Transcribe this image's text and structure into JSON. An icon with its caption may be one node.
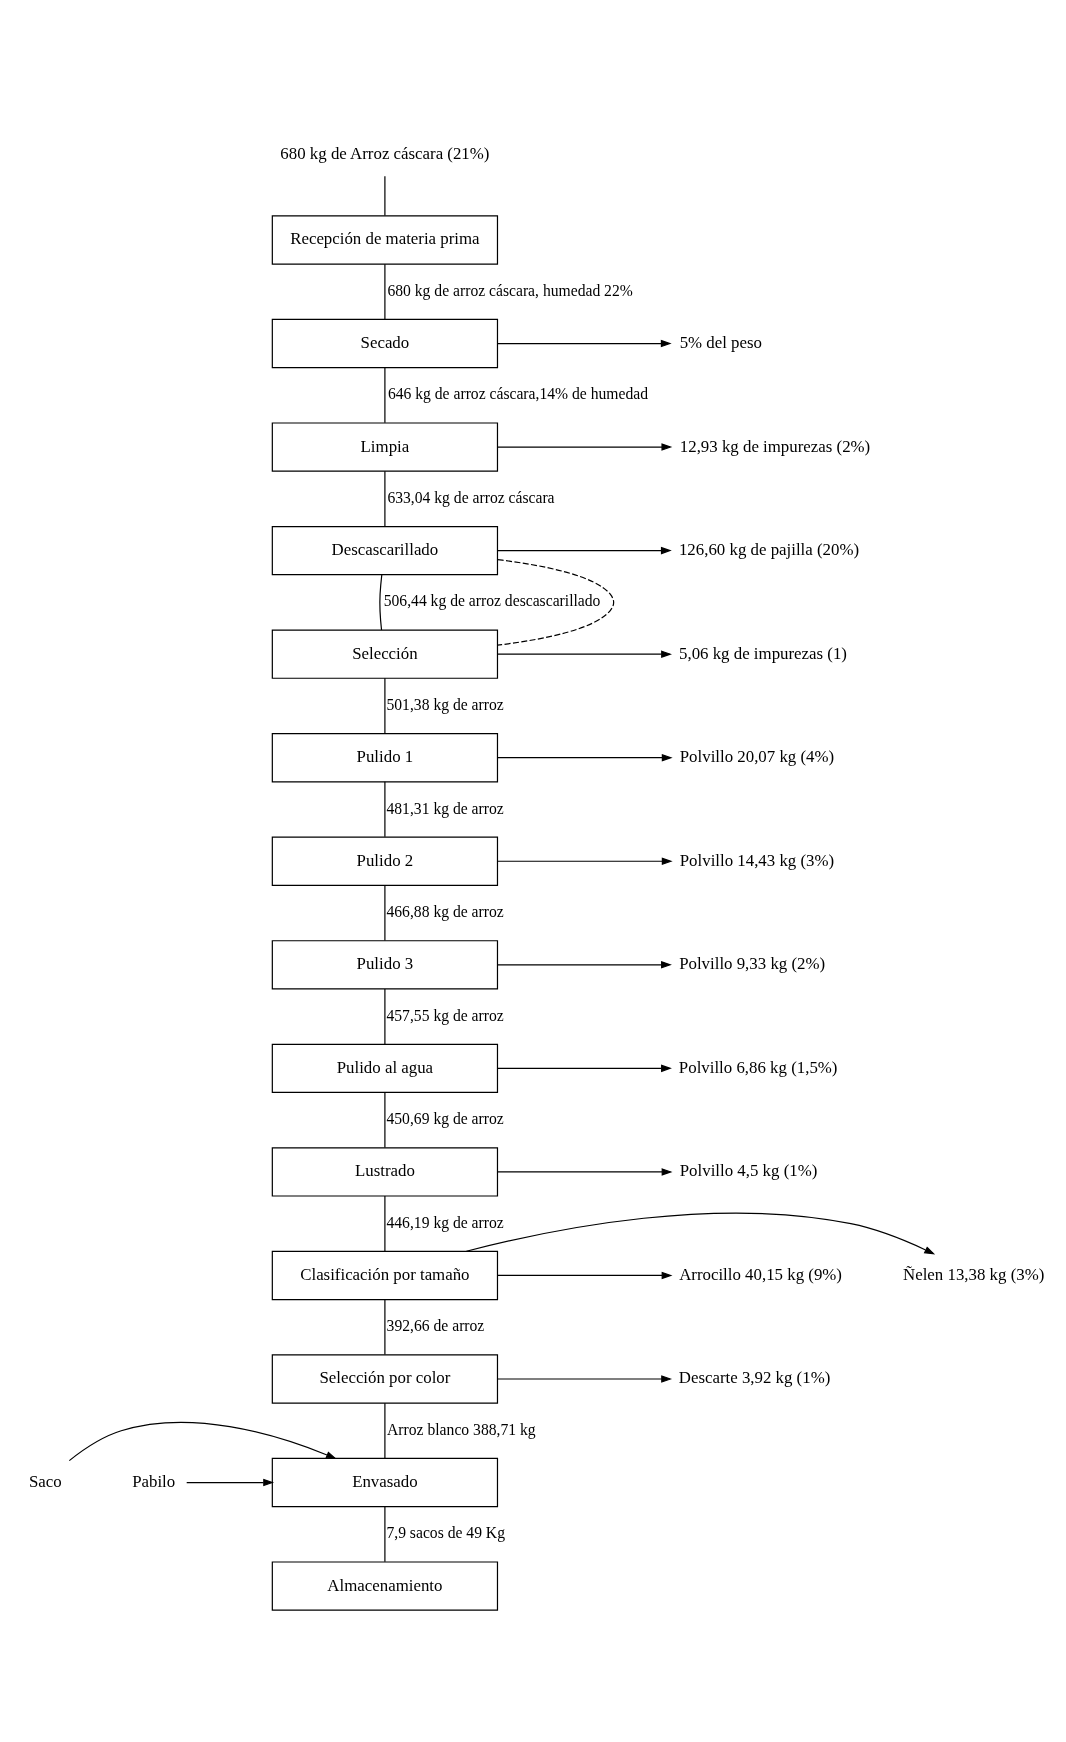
{
  "diagram": {
    "nodes": [
      {
        "text": [
          "Recepción de materia prima"
        ]
      },
      {
        "text": [
          "Secado"
        ]
      },
      {
        "text": [
          "Limpia"
        ]
      },
      {
        "text": [
          "Descascarillado"
        ]
      },
      {
        "text": [
          "Selección"
        ]
      },
      {
        "text": [
          "Pulido 1"
        ]
      },
      {
        "text": [
          "Pulido 2"
        ]
      },
      {
        "text": [
          "Pulido 3"
        ]
      },
      {
        "text": [
          "Pulido al agua"
        ]
      },
      {
        "text": [
          "Lustrado"
        ]
      },
      {
        "text": [
          "Clasificación por tamaño"
        ]
      },
      {
        "text": [
          "Selección por color"
        ]
      },
      {
        "text": [
          "Envasado"
        ]
      },
      {
        "text": [
          "Almacenamiento"
        ]
      },
      {
        "text": [
          "680 kg de Arroz cáscara (21%)"
        ]
      },
      {
        "text": [
          "5% del peso"
        ]
      },
      {
        "text": [
          "12,93 kg de impurezas (2%)"
        ]
      },
      {
        "text": [
          "126,60 kg de pajilla (20%)"
        ]
      },
      {
        "text": [
          "5,06 kg de impurezas (1)"
        ]
      },
      {
        "text": [
          "Polvillo 20,07 kg (4%)"
        ]
      },
      {
        "text": [
          "Polvillo 14,43 kg (3%)"
        ]
      },
      {
        "text": [
          "Polvillo 9,33 kg (2%)"
        ]
      },
      {
        "text": [
          "Polvillo 6,86 kg (1,5%)"
        ]
      },
      {
        "text": [
          "Polvillo 4,5 kg (1%)"
        ]
      },
      {
        "text": [
          "Ñelen 13,38 kg (3%)"
        ]
      },
      {
        "text": [
          "Arrocillo 40,15 kg (9%)"
        ]
      },
      {
        "text": [
          "Descarte 3,92 kg (1%)"
        ]
      },
      {
        "text": [
          "Saco"
        ]
      },
      {
        "text": [
          "Pabilo"
        ]
      }
    ],
    "edges": [
      {
        "from": 14,
        "to": 0,
        "arrow": "none"
      },
      {
        "from": 0,
        "to": 1,
        "arrow": "none",
        "label": "680 kg de arroz cáscara, humedad 22%"
      },
      {
        "from": 1,
        "to": 15,
        "arrow": "to"
      },
      {
        "from": 1,
        "to": 2,
        "arrow": "none",
        "label": "646 kg de arroz cáscara,14% de humedad"
      },
      {
        "from": 2,
        "to": 16,
        "arrow": "to"
      },
      {
        "from": 2,
        "to": 3,
        "arrow": "none",
        "label": "633,04 kg de arroz cáscara"
      },
      {
        "from": 3,
        "to": 17,
        "arrow": "to"
      },
      {
        "from": 3,
        "to": 4,
        "arrow": "none",
        "label": "506,44 kg de arroz descascarillado"
      },
      {
        "from": 3,
        "to": 4,
        "arrow": "none",
        "style": "dashed"
      },
      {
        "from": 4,
        "to": 18,
        "arrow": "to"
      },
      {
        "from": 4,
        "to": 5,
        "arrow": "none",
        "label": "501,38 kg de arroz"
      },
      {
        "from": 5,
        "to": 19,
        "arrow": "to"
      },
      {
        "from": 5,
        "to": 6,
        "arrow": "none",
        "label": "481,31 kg de arroz"
      },
      {
        "from": 6,
        "to": 20,
        "arrow": "to"
      },
      {
        "from": 6,
        "to": 7,
        "arrow": "none",
        "label": "466,88 kg de arroz"
      },
      {
        "from": 7,
        "to": 21,
        "arrow": "to"
      },
      {
        "from": 7,
        "to": 8,
        "arrow": "none",
        "label": "457,55 kg de arroz"
      },
      {
        "from": 8,
        "to": 22,
        "arrow": "to"
      },
      {
        "from": 8,
        "to": 9,
        "arrow": "none",
        "label": "450,69 kg de arroz"
      },
      {
        "from": 9,
        "to": 23,
        "arrow": "to"
      },
      {
        "from": 9,
        "to": 10,
        "arrow": "none",
        "label": "446,19 kg de arroz"
      },
      {
        "from": 10,
        "to": 24,
        "arrow": "to"
      },
      {
        "from": 10,
        "to": 25,
        "arrow": "to"
      },
      {
        "from": 10,
        "to": 11,
        "arrow": "none",
        "label": "392,66 de arroz"
      },
      {
        "from": 11,
        "to": 26,
        "arrow": "to"
      },
      {
        "from": 11,
        "to": 12,
        "arrow": "none",
        "label": "Arroz blanco 388,71 kg"
      },
      {
        "from": 27,
        "to": 12,
        "arrow": "to"
      },
      {
        "from": 28,
        "to": 12,
        "arrow": "to"
      },
      {
        "from": 12,
        "to": 13,
        "arrow": "none",
        "label": "7,9 sacos de 49 Kg"
      }
    ]
  }
}
